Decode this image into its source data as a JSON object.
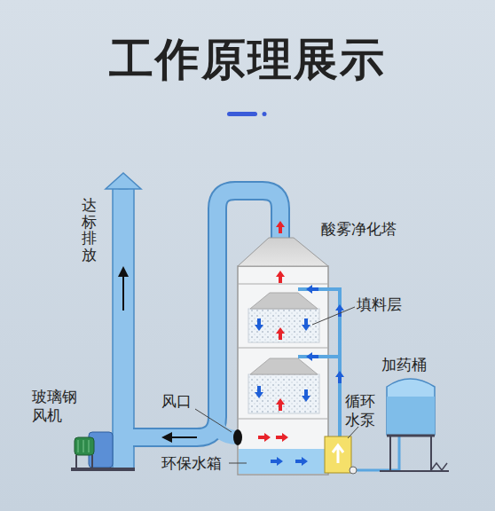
{
  "diagram": {
    "title": "工作原理展示",
    "labels": [
      "达标排放",
      "酸雾净化塔",
      "填料层",
      "加药桶",
      "循环 水泵",
      "玻璃钢 风机",
      "风口",
      "环保水箱"
    ]
  }
}
